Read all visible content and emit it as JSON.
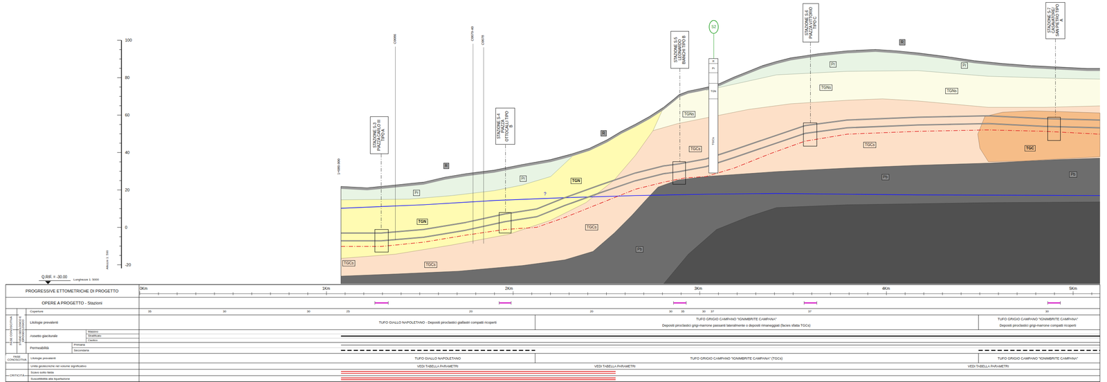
{
  "diagram": {
    "nodes": [
      {
        "text": [
          "STAZIONE S-3 PIAZZA CARLO III TIPO A"
        ]
      },
      {
        "text": [
          "STAZIONE S-4 PIAZZA OTTOCALLI TIPO B"
        ]
      },
      {
        "text": [
          "STAZIONE S-5 LEONARDO BIANCHI TIPO B"
        ]
      },
      {
        "text": [
          "S2"
        ]
      },
      {
        "text": [
          "STAZIONE S-6 PIAZZA VITTORIO TIPO C"
        ]
      },
      {
        "text": [
          "STAZIONE S-7 CASAVATORE/ SAN PIETRO TIPO A"
        ]
      },
      {
        "text": [
          "TGCs"
        ]
      },
      {
        "text": [
          "Pr"
        ]
      },
      {
        "text": [
          "TGN"
        ]
      },
      {
        "text": [
          "TGCs"
        ]
      },
      {
        "text": [
          "R"
        ]
      },
      {
        "text": [
          "Pr"
        ]
      },
      {
        "text": [
          "TGN"
        ]
      },
      {
        "text": [
          "TGCs"
        ]
      },
      {
        "text": [
          "R"
        ]
      },
      {
        "text": [
          "Pb"
        ]
      },
      {
        "text": [
          "TGNs"
        ]
      },
      {
        "text": [
          "TGCs"
        ]
      },
      {
        "text": [
          "Pr"
        ]
      },
      {
        "text": [
          "TGNs"
        ]
      },
      {
        "text": [
          "TGCs"
        ]
      },
      {
        "text": [
          "Pb"
        ]
      },
      {
        "text": [
          "R"
        ]
      },
      {
        "text": [
          "TGNs"
        ]
      },
      {
        "text": [
          "Pr"
        ]
      },
      {
        "text": [
          "TGC"
        ]
      },
      {
        "text": [
          "Pb"
        ]
      }
    ],
    "labels": [
      "100",
      "80",
      "60",
      "40",
      "20",
      "0",
      "-20",
      "Q.RIF. = -30.00",
      "Lunghezze 1: 5000",
      "Altezze 1: 500",
      "1+080.000",
      "C0086",
      "C0079-40",
      "C0078",
      "?",
      "R",
      "Pr",
      "TGN",
      "TGCs",
      "0Km",
      "1Km",
      "2Km",
      "3Km",
      "4Km",
      "5Km",
      "PROGRESSIVE ETTOMETRICHE DI PROGETTO",
      "OPERE A PROGETTO - Stazioni",
      "FASE CONOSCITIVA",
      "STUDIO GEOLOGICO E IDROGEOLOGICO",
      "Coperture",
      "Litologie prevalenti",
      "Assetto giaciturale",
      "Massivo",
      "Stratificato",
      "Caotico",
      "Permeabilità",
      "Primaria",
      "Secondaria",
      "FASE CONOSCITIVA",
      "Litologie prevalenti",
      "Unità geotecniche nel volume significativo",
      "CRITICITÀ",
      "Scavo sotto falda",
      "Suscettibilità alla liquefazione",
      "35",
      "30",
      "30",
      "25",
      "20",
      "20",
      "30",
      "35",
      "30",
      "37",
      "37",
      "30",
      "TUFO GIALLO NAPOLETANO - Depositi piroclastici giallastri compatti ricoperti",
      "TUFO GRIGIO CAMPANO \"IGNIMBRITE CAMPANA\"",
      "Depositi piroclastici grigi-marrone passanti lateralmente o depositi rimaneggiati (facies sfatta TGCs)",
      "TUFO GRIGIO CAMPANO \"IGNIMBRITE CAMPANA\"",
      "Depositi piroclastici grigi-marrone compatti ricoperti",
      "TUFO GIALLO NAPOLETANO",
      "TUFO GRIGIO CAMPANO \"IGNIMBRITE CAMPANA\" (TGCs)",
      "TUFO GRIGIO CAMPANO \"IGNIMBRITE CAMPANA\"",
      "VEDI TABELLA PARAMETRI",
      "VEDI TABELLA PARAMETRI",
      "VEDI TABELLA PARAMETRI"
    ]
  }
}
